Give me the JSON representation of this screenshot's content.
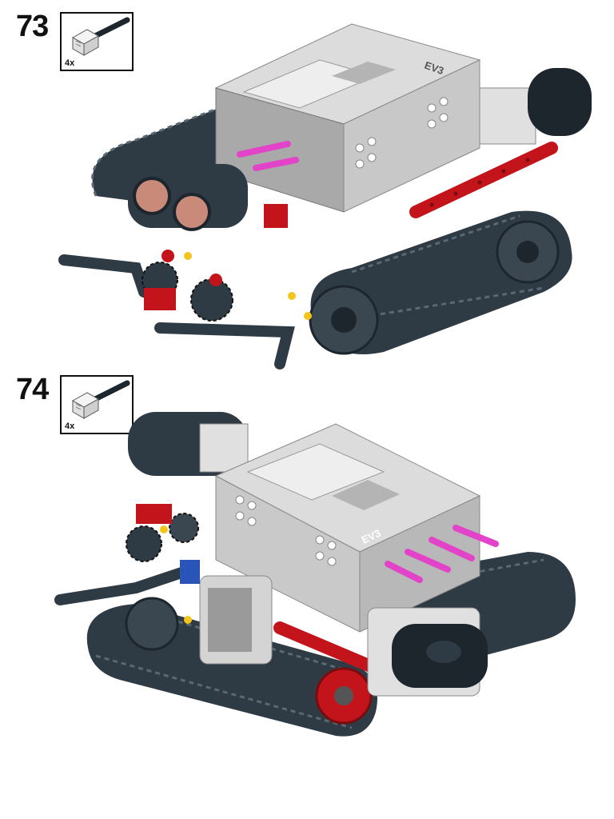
{
  "steps": [
    {
      "number": "73",
      "parts_callout": {
        "quantity": "4x",
        "part_icon": "ev3-cable-icon"
      }
    },
    {
      "number": "74",
      "parts_callout": {
        "quantity": "4x",
        "part_icon": "ev3-cable-icon"
      }
    }
  ],
  "brick_label": "EV3",
  "colors": {
    "brick_light": "#d9d9d9",
    "brick_mid": "#a9a9a9",
    "dark": "#2e3a44",
    "red": "#c4141b",
    "magenta": "#e243c8",
    "yellow": "#f2c41c",
    "blue": "#2a55b8"
  }
}
